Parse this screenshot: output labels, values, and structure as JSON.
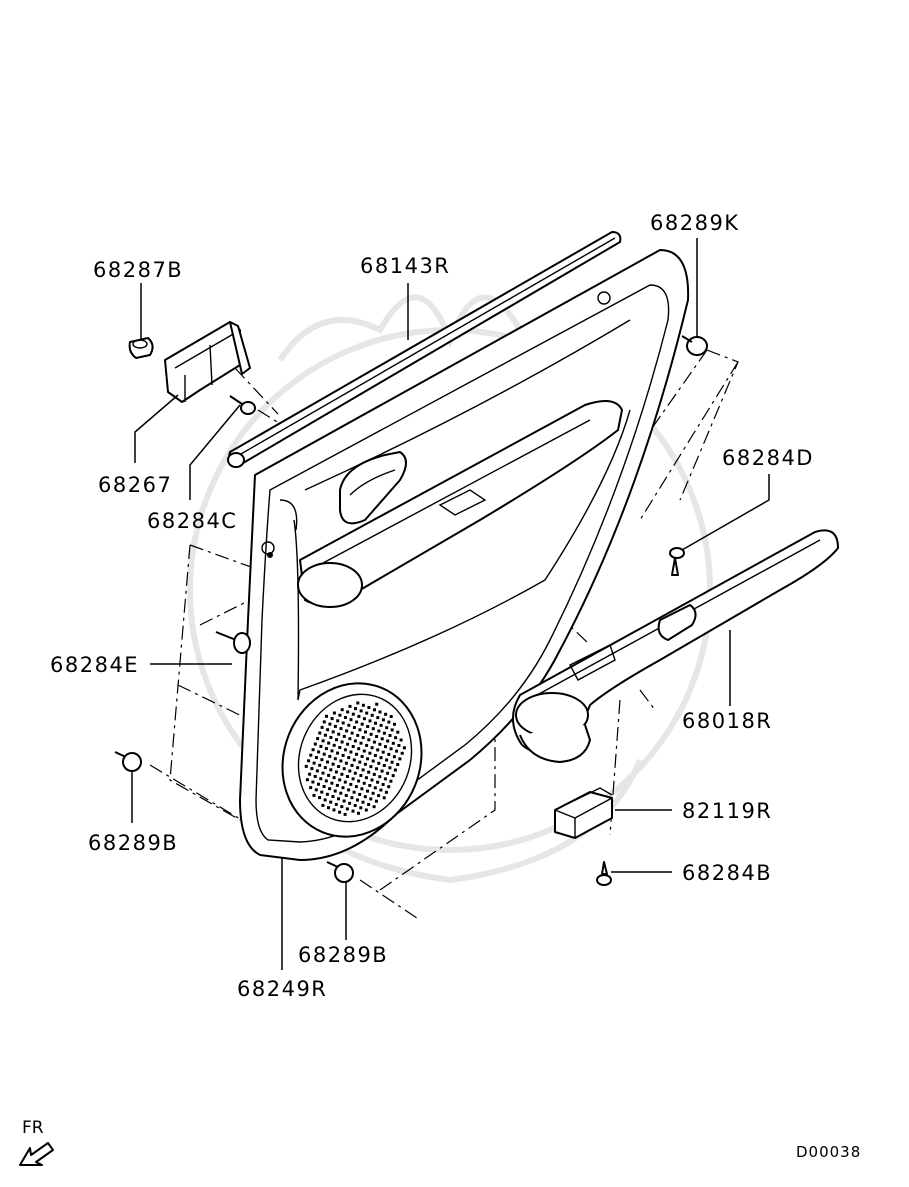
{
  "labels": {
    "p68287B": "68287B",
    "p68143R": "68143R",
    "p68289K": "68289K",
    "p68267": "68267",
    "p68284C": "68284C",
    "p68284D": "68284D",
    "p68284E": "68284E",
    "p68018R": "68018R",
    "p68289B_left": "68289B",
    "p82119R": "82119R",
    "p68284B": "68284B",
    "p68289B_bottom": "68289B",
    "p68249R": "68249R"
  },
  "direction": "FR",
  "diagram_code": "D00038",
  "icons": {
    "fr_arrow": "front-direction-arrow-icon"
  }
}
